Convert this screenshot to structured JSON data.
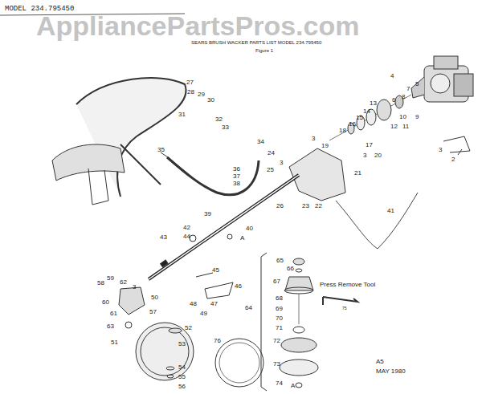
{
  "diagram": {
    "title": "MODEL 234.795450",
    "labels": [
      "AppliancePartsPros.com",
      "SEARS BRUSH WACKER PARTS LIST MODEL 234.795450",
      "Figure 1",
      "27",
      "28",
      "29",
      "30",
      "31",
      "32",
      "33",
      "34",
      "35",
      "36",
      "37",
      "38",
      "39",
      "40",
      "A",
      "41",
      "42",
      "43",
      "44",
      "45",
      "46",
      "47",
      "48",
      "49",
      "4",
      "5",
      "7",
      "8",
      "6",
      "10",
      "9",
      "11",
      "12",
      "13",
      "14",
      "15",
      "16",
      "18",
      "17",
      "3",
      "19",
      "3",
      "2",
      "24",
      "3",
      "25",
      "3",
      "20",
      "21",
      "22",
      "23",
      "26",
      "58",
      "59",
      "62",
      "3",
      "60",
      "61",
      "50",
      "57",
      "63",
      "51",
      "52",
      "53",
      "54",
      "55",
      "56",
      "76",
      "64",
      "65",
      "66",
      "67",
      "68",
      "69",
      "70",
      "71",
      "72",
      "73",
      "74",
      "A",
      "Press Remove Tool",
      "75",
      "A5",
      "MAY 1980"
    ]
  }
}
